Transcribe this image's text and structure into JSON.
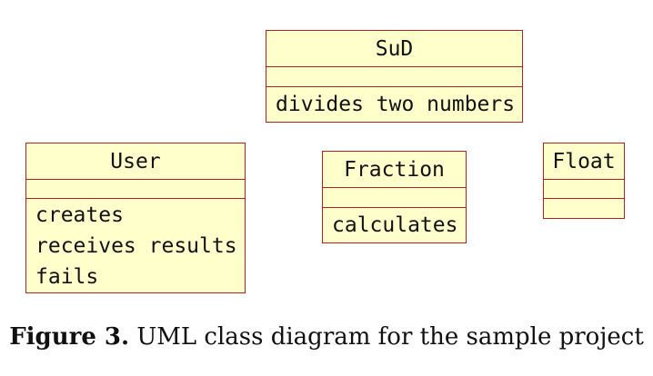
{
  "diagram": {
    "classes": {
      "sud": {
        "name": "SuD",
        "operations": [
          "divides two numbers"
        ]
      },
      "user": {
        "name": "User",
        "operations": [
          "creates",
          "receives results",
          "fails"
        ]
      },
      "fraction": {
        "name": "Fraction",
        "operations": [
          "calculates"
        ]
      },
      "float": {
        "name": "Float",
        "operations": []
      }
    },
    "colors": {
      "fill": "#ffffcc",
      "border": "#b22222"
    }
  },
  "caption": {
    "label": "Figure 3.",
    "text": "UML class diagram for the sample project"
  }
}
